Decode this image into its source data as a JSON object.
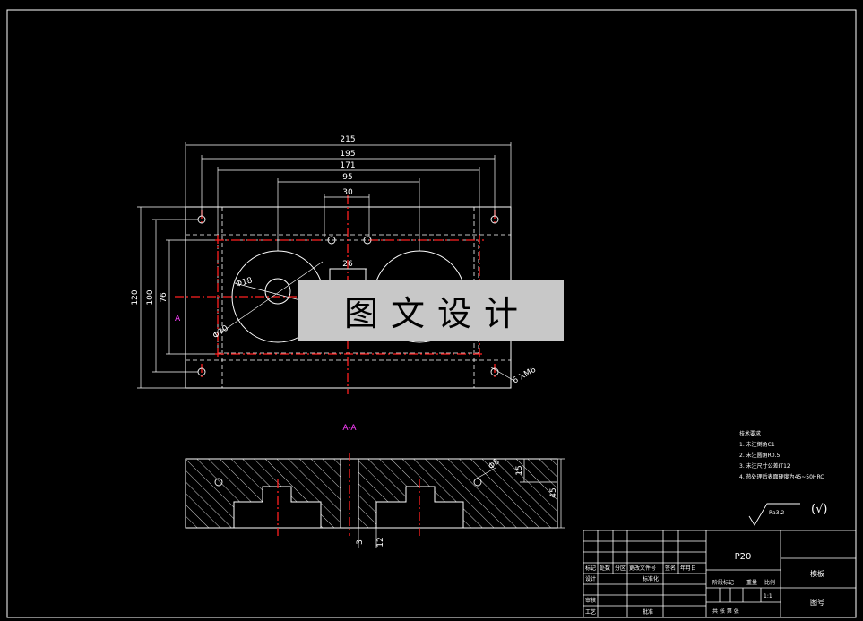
{
  "colors": {
    "background": "#000000",
    "line": "#ffffff",
    "center_line": "#ff2020",
    "section_label": "#ff40ff",
    "watermark_bg": "#c8c8c8"
  },
  "watermark": {
    "text": "图文设计"
  },
  "top_view": {
    "dims": {
      "width_215": "215",
      "width_195": "195",
      "width_171": "171",
      "width_95": "95",
      "slot_30": "30",
      "inner_26": "26",
      "height_120": "120",
      "height_100": "100",
      "height_76": "76",
      "dia_18": "Φ18",
      "dia_70": "Φ70",
      "thread": "6 XM6"
    },
    "section_mark": "A"
  },
  "section_view": {
    "title": "A-A",
    "dims": {
      "depth_15": "15",
      "height_45": "45",
      "gap_3": "3",
      "gap_12": "12",
      "hole_8": "Φ8"
    }
  },
  "tech_notes": {
    "heading": "技术要求",
    "items": [
      "1. 未注倒角C1",
      "2. 未注圆角R0.5",
      "3. 未注尺寸公差IT12",
      "4. 热处理后表面硬度为45~50HRC"
    ]
  },
  "roughness": {
    "value": "Ra3.2",
    "check": "(√)"
  },
  "title_block": {
    "part_code": "P20",
    "material_label": "模板",
    "scale": "1:1",
    "drawing_name": "图号",
    "cells": {
      "mark": "标记",
      "count": "处数",
      "zone": "分区",
      "change_doc": "更改文件号",
      "signature": "签名",
      "date": "年月日",
      "design": "设计",
      "standard": "标准化",
      "stage_mark": "阶段标记",
      "weight": "重量",
      "scale_label": "比例",
      "review": "审核",
      "process": "工艺",
      "approve": "批准",
      "sheet_info": "共 张 第 张"
    }
  }
}
